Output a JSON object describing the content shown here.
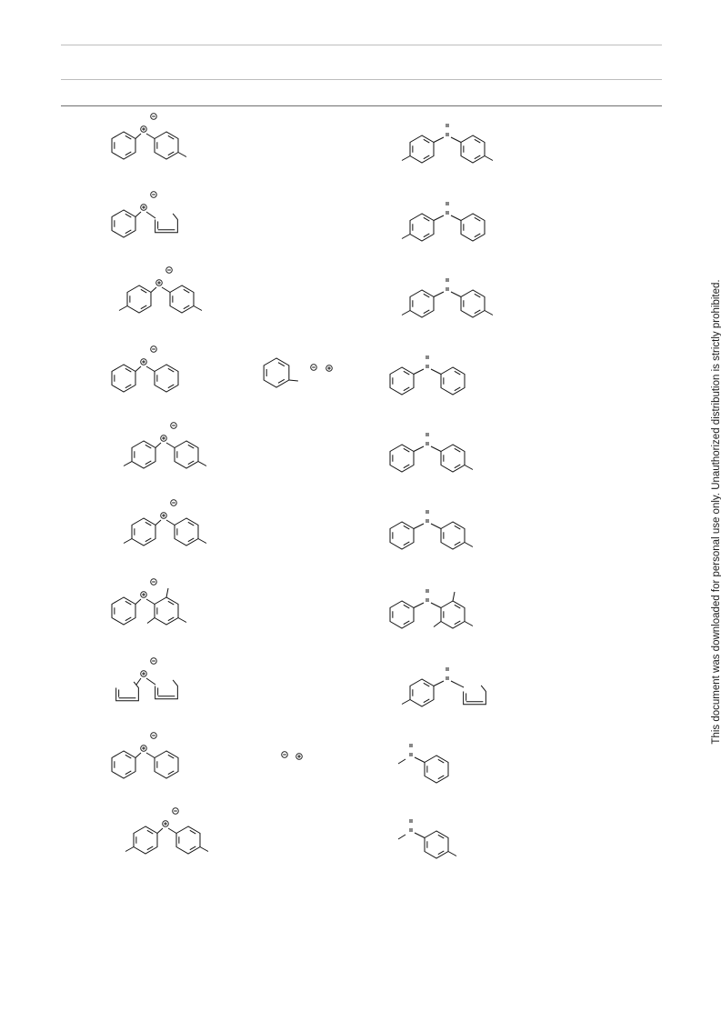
{
  "watermark": "This document was downloaded for personal use only. Unauthorized distribution is strictly prohibited.",
  "table": {
    "columns": [
      "",
      "",
      ""
    ],
    "rows": [
      {
        "reagent": "phenyl(4-methylphenyl)iodonium salt",
        "additive": "",
        "product": "4,4'-dimethyldiaryl product"
      },
      {
        "reagent": "phenyl(thienyl)iodonium salt",
        "additive": "",
        "product": "4-methylphenyl phenyl product"
      },
      {
        "reagent": "bis(4-methylphenyl)iodonium salt",
        "additive": "",
        "product": "4,4'-dimethyldiaryl product"
      },
      {
        "reagent": "diphenyliodonium salt",
        "additive": "toluene with ion pair",
        "product": "diphenyl product"
      },
      {
        "reagent": "bis(4-methylphenyl)iodonium salt",
        "additive": "",
        "product": "phenyl 4-methylphenyl product"
      },
      {
        "reagent": "bis(4-methylphenyl)iodonium salt",
        "additive": "",
        "product": "phenyl 4-methylphenyl product"
      },
      {
        "reagent": "phenyl(mesityl)iodonium salt",
        "additive": "",
        "product": "phenyl mesityl product"
      },
      {
        "reagent": "bis(thienyl)iodonium salt",
        "additive": "",
        "product": "4-methylphenyl thienyl product"
      },
      {
        "reagent": "diphenyliodonium salt",
        "additive": "ion pair",
        "product": "methyl phenyl product"
      },
      {
        "reagent": "bis(4-methylphenyl)iodonium salt",
        "additive": "",
        "product": "methyl 4-methylphenyl product"
      }
    ]
  },
  "charges": {
    "plus": "+",
    "minus": "−"
  }
}
